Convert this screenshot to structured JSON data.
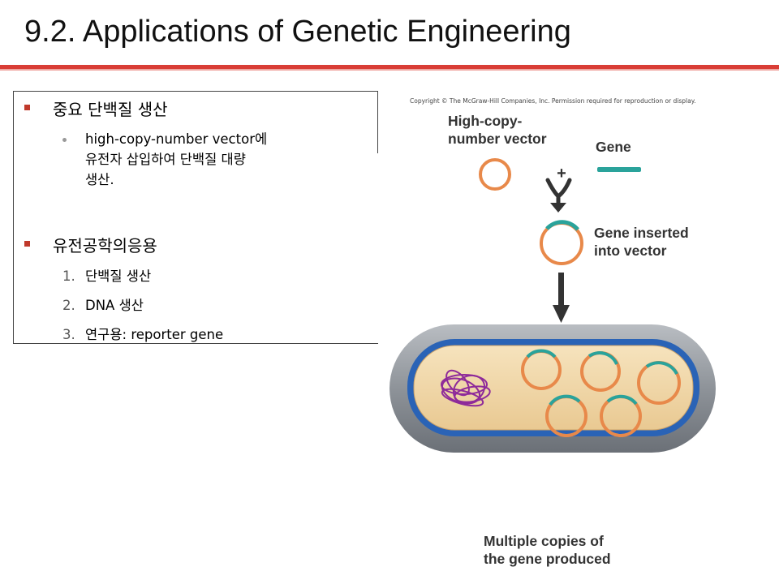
{
  "slide": {
    "title": "9.2. Applications of Genetic Engineering"
  },
  "left_box": {
    "section1": {
      "heading": "중요 단백질 생산",
      "bullet_line1": "high-copy-number vector에",
      "bullet_line2": "유전자 삽입하여 단백질 대량",
      "bullet_line3": "생산."
    },
    "section2": {
      "heading": "유전공학의응용",
      "items": [
        {
          "num": "1.",
          "text": "단백질 생산"
        },
        {
          "num": "2.",
          "text": "DNA 생산"
        },
        {
          "num": "3.",
          "text": "연구용: reporter gene"
        }
      ]
    }
  },
  "figure": {
    "copyright": "Copyright © The McGraw-Hill Companies, Inc. Permission required for reproduction or display.",
    "label_vector_1": "High-copy-",
    "label_vector_2": "number vector",
    "label_gene": "Gene",
    "plus": "+",
    "label_inserted_1": "Gene inserted",
    "label_inserted_2": "into vector",
    "label_copies_1": "Multiple copies of",
    "label_copies_2": "the gene produced",
    "colors": {
      "plasmid": "#e8894a",
      "gene": "#2aa39b",
      "cell_outer": "#8a8f95",
      "membrane": "#2a63b6",
      "cytoplasm": "#f3dcb0",
      "chromosome": "#8e2a9a",
      "arrow": "#333333"
    }
  }
}
